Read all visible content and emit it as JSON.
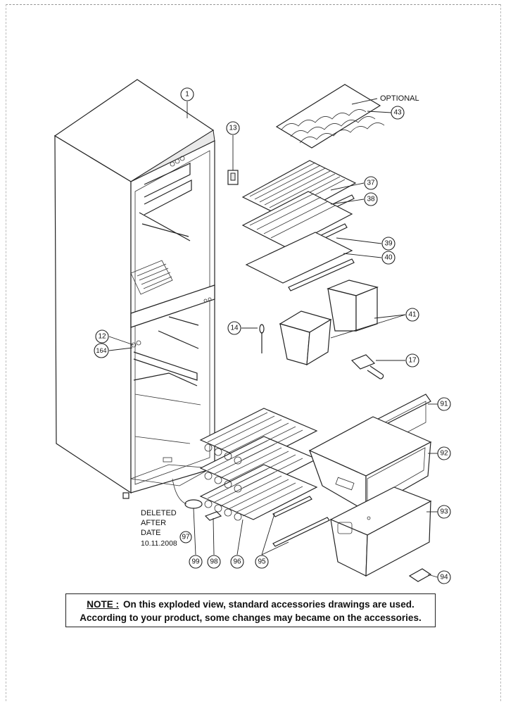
{
  "diagram": {
    "optional_label": "OPTIONAL",
    "deleted_note": [
      "DELETED",
      "AFTER",
      "DATE",
      "10.11.2008"
    ],
    "callouts": {
      "c1": "1",
      "c13": "13",
      "c43": "43",
      "c37": "37",
      "c38": "38",
      "c39": "39",
      "c40": "40",
      "c41": "41",
      "c14": "14",
      "c17": "17",
      "c12": "12",
      "c164": "164",
      "c91": "91",
      "c92": "92",
      "c93": "93",
      "c94": "94",
      "c95": "95",
      "c96": "96",
      "c97": "97",
      "c98": "98",
      "c99": "99"
    }
  },
  "note": {
    "prefix": "NOTE :",
    "line1": "On this exploded view, standard accessories drawings are used.",
    "line2": "According to your product, some changes may became on the accessories."
  }
}
